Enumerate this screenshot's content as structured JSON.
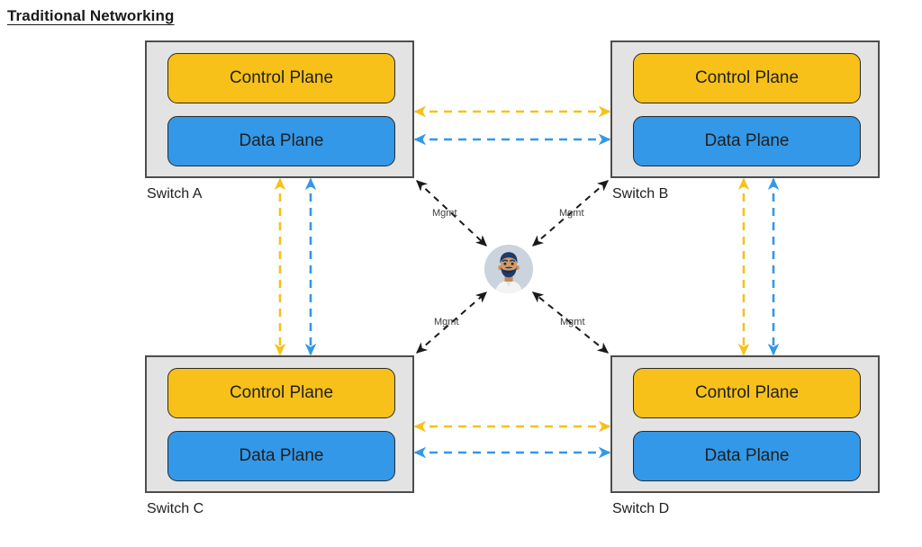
{
  "page": {
    "title": "Traditional Networking",
    "background": "#ffffff"
  },
  "colors": {
    "control_plane": "#F7C11A",
    "data_plane": "#3398E8",
    "chassis_fill": "#E3E3E3",
    "chassis_border": "#4d4d4d",
    "mgmt_link": "#1a1a1a",
    "avatar_background": "#CBD3DC",
    "text": "#1f1f1f",
    "mgmt_label_text": "#3d3d3d"
  },
  "switches": [
    {
      "id": "switch-a",
      "label": "Switch A",
      "control_plane": "Control Plane",
      "data_plane": "Data Plane"
    },
    {
      "id": "switch-b",
      "label": "Switch B",
      "control_plane": "Control Plane",
      "data_plane": "Data Plane"
    },
    {
      "id": "switch-c",
      "label": "Switch C",
      "control_plane": "Control Plane",
      "data_plane": "Data Plane"
    },
    {
      "id": "switch-d",
      "label": "Switch D",
      "control_plane": "Control Plane",
      "data_plane": "Data Plane"
    }
  ],
  "admin": {
    "icon": "network-administrator-avatar"
  },
  "mgmt_links": [
    {
      "id": "mgmt-switch-a",
      "label": "Mgmt",
      "from": "Switch A",
      "to": "Administrator"
    },
    {
      "id": "mgmt-switch-b",
      "label": "Mgmt",
      "from": "Switch B",
      "to": "Administrator"
    },
    {
      "id": "mgmt-switch-c",
      "label": "Mgmt",
      "from": "Switch C",
      "to": "Administrator"
    },
    {
      "id": "mgmt-switch-d",
      "label": "Mgmt",
      "from": "Switch D",
      "to": "Administrator"
    }
  ],
  "plane_links": [
    {
      "id": "control-link-ab",
      "plane": "control",
      "from": "Switch A",
      "to": "Switch B",
      "color": "#F7C11A",
      "style": "dashed-bidirectional"
    },
    {
      "id": "data-link-ab",
      "plane": "data",
      "from": "Switch A",
      "to": "Switch B",
      "color": "#3398E8",
      "style": "dashed-bidirectional"
    },
    {
      "id": "control-link-cd",
      "plane": "control",
      "from": "Switch C",
      "to": "Switch D",
      "color": "#F7C11A",
      "style": "dashed-bidirectional"
    },
    {
      "id": "data-link-cd",
      "plane": "data",
      "from": "Switch C",
      "to": "Switch D",
      "color": "#3398E8",
      "style": "dashed-bidirectional"
    },
    {
      "id": "control-link-ac",
      "plane": "control",
      "from": "Switch A",
      "to": "Switch C",
      "color": "#F7C11A",
      "style": "dashed-bidirectional"
    },
    {
      "id": "data-link-ac",
      "plane": "data",
      "from": "Switch A",
      "to": "Switch C",
      "color": "#3398E8",
      "style": "dashed-bidirectional"
    },
    {
      "id": "control-link-bd",
      "plane": "control",
      "from": "Switch B",
      "to": "Switch D",
      "color": "#F7C11A",
      "style": "dashed-bidirectional"
    },
    {
      "id": "data-link-bd",
      "plane": "data",
      "from": "Switch B",
      "to": "Switch D",
      "color": "#3398E8",
      "style": "dashed-bidirectional"
    }
  ]
}
